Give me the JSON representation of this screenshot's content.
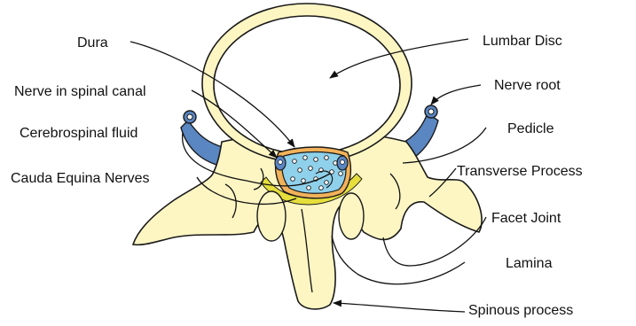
{
  "diagram": {
    "labels": {
      "dura": "Dura",
      "nerve_in_canal": "Nerve in spinal canal",
      "csf": "Cerebrospinal fluid",
      "cauda": "Cauda Equina Nerves",
      "lumbar_disc": "Lumbar Disc",
      "nerve_root": "Nerve root",
      "pedicle": "Pedicle",
      "transverse": "Transverse Process",
      "facet": "Facet Joint",
      "lamina": "Lamina",
      "spinous": "Spinous process"
    },
    "colors": {
      "bone": "#fdf6c3",
      "disc": "#ffffff",
      "dura": "#f2b25a",
      "ligament": "#e6de3c",
      "csf": "#8fd0ea",
      "nerve_root": "#5a86c2",
      "outline": "#1a1a1a"
    }
  }
}
